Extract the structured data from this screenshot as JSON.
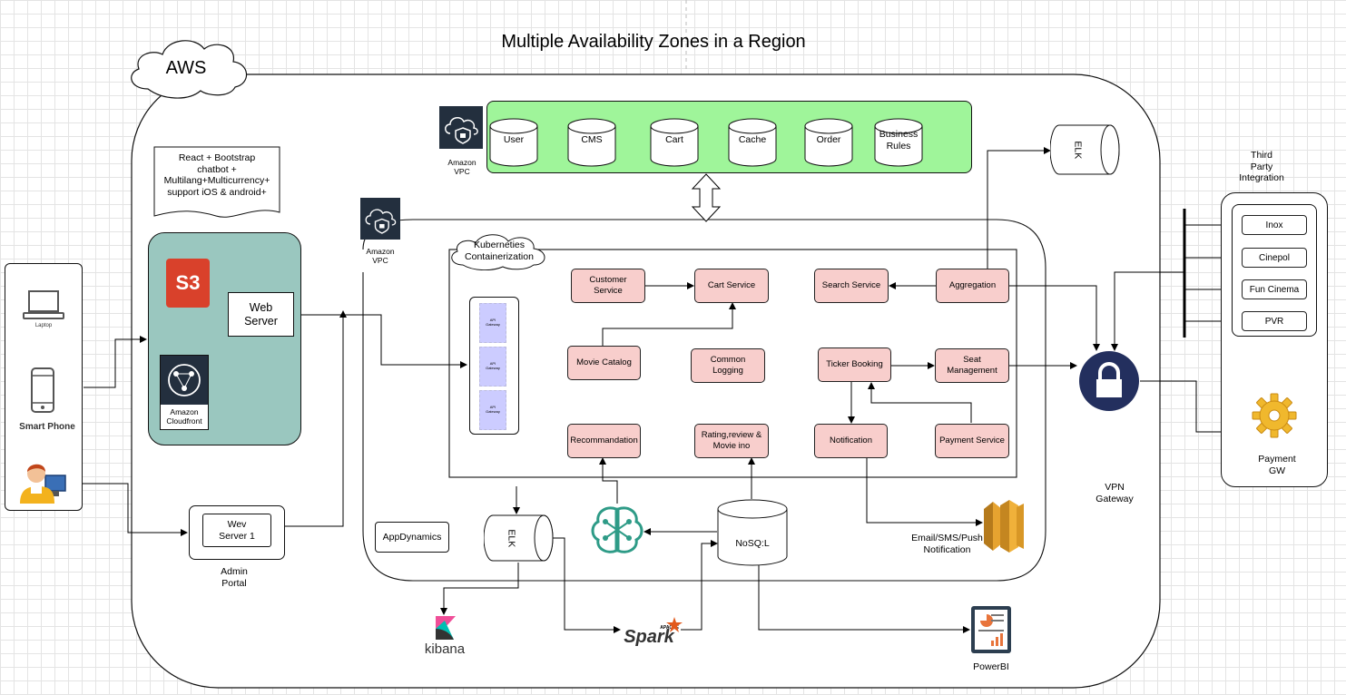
{
  "title": "Multiple Availability Zones in a Region",
  "aws_label": "AWS",
  "clients": {
    "laptop": "Laptop",
    "smart_phone": "Smart Phone"
  },
  "frontend_note": "React + Bootstrap\nchatbot +\nMultilang+Multicurrency+\nsupport iOS & android+",
  "web_server": "Web\nServer",
  "cloudfront": "Amazon\nCloudfront",
  "s3": "S3",
  "admin": {
    "server": "Wev\nServer 1",
    "portal": "Admin\nPortal"
  },
  "vpc_top": "Amazon\nVPC",
  "vpc_main": "Amazon\nVPC",
  "databases": [
    "User",
    "CMS",
    "Cart",
    "Cache",
    "Order",
    "Business\nRules"
  ],
  "kubernetes": "Kuberneties\nContainerization",
  "gateway_text": "API\nGateway",
  "services": {
    "customer": "Customer Service",
    "cart": "Cart Service",
    "search": "Search Service",
    "aggregation": "Aggregation",
    "movie_catalog": "Movie Catalog",
    "common_logging": "Common Logging",
    "ticket_booking": "Ticker Booking",
    "seat_management": "Seat Management",
    "recommendation": "Recommandation",
    "rating": "Rating,review &\nMovie ino",
    "notification": "Notification",
    "payment_service": "Payment Service"
  },
  "appdynamics": "AppDynamics",
  "elk_inner": "ELK",
  "elk_top": "ELK",
  "nosql": "NoSQ:L",
  "email_notification": "Email/SMS/Push\nNotification",
  "kibana": "kibana",
  "spark": "Spark",
  "spark_apache": "APACHE",
  "powerbi": "PowerBI",
  "vpn": "VPN\nGateway",
  "third_party": {
    "title": "Third\nParty\nIntegration",
    "items": [
      "Inox",
      "Cinepol",
      "Fun Cinema",
      "PVR"
    ]
  },
  "payment_gw": "Payment\nGW"
}
